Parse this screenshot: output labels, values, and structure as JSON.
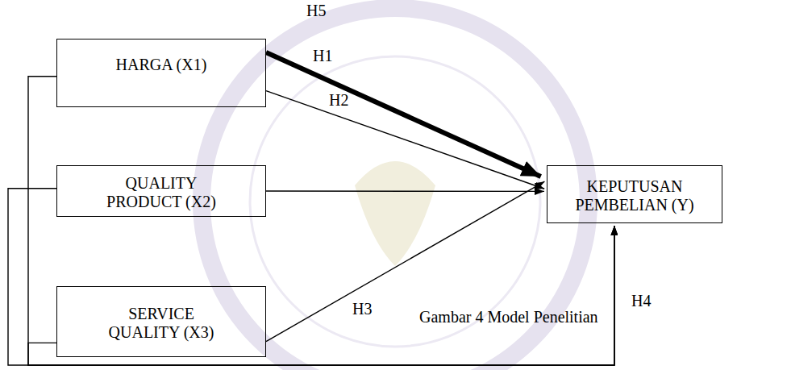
{
  "diagram": {
    "caption": "Gambar 4 Model Penelitian",
    "nodes": [
      {
        "text": [
          "HARGA (X1)"
        ]
      },
      {
        "text": [
          "QUALITY PRODUCT (X2)"
        ]
      },
      {
        "text": [
          "SERVICE QUALITY (X3)"
        ]
      },
      {
        "text": [
          "KEPUTUSAN PEMBELIAN (Y)"
        ]
      }
    ],
    "edges": [
      {
        "from": 0,
        "to": 3,
        "arrow": "to",
        "label": "H1"
      },
      {
        "from": 0,
        "to": 3,
        "arrow": "to",
        "label": "H2"
      },
      {
        "from": 1,
        "to": 3,
        "arrow": "to"
      },
      {
        "from": 2,
        "to": 3,
        "arrow": "to",
        "label": "H3"
      },
      {
        "from": 0,
        "to": 3,
        "arrow": "to"
      },
      {
        "from": 1,
        "to": 3,
        "arrow": "to"
      },
      {
        "from": 2,
        "to": 3,
        "arrow": "to"
      }
    ],
    "labels": [
      "H5",
      "H4"
    ]
  }
}
